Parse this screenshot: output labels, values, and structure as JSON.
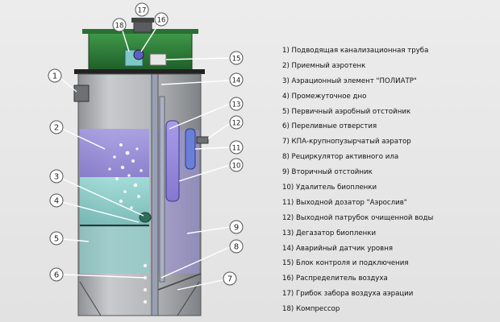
{
  "legend": [
    "1) Подводящая канализационная труба",
    "2) Приемный аэротенк",
    "3) Аэрационный элемент \"ПОЛИАТР\"",
    "4) Промежуточное дно",
    "5) Первичный аэробный отстойник",
    "6) Переливные отверстия",
    "7) КПА-крупнопузырчатый аэратор",
    "8) Рециркулятор активного ила",
    "9) Вторичный отстойник",
    "10) Удалитель биопленки",
    "11) Выходной дозатор  \"Аэрослив\"",
    "12) Выходной патрубок очищенной воды",
    "13) Дегазатор биопленки",
    "14) Аварийный датчик уровня",
    "15) Блок контроля и подключения",
    "16) Распределитель воздуха",
    "17) Грибок забора воздуха аэрации",
    "18) Компрессор"
  ],
  "callouts": {
    "c1": "1",
    "c2": "2",
    "c3": "3",
    "c4": "4",
    "c5": "5",
    "c6": "6",
    "c7": "7",
    "c8": "8",
    "c9": "9",
    "c10": "10",
    "c11": "11",
    "c12": "12",
    "c13": "13",
    "c14": "14",
    "c15": "15",
    "c16": "16",
    "c17": "17",
    "c18": "18"
  },
  "colors": {
    "lid_green": "#2f7d3a",
    "tank_gray": "#b9bcc0",
    "water_purple": "#9a8fe0",
    "water_teal": "#8fd3cf",
    "pipe_blue": "#6a7fd6"
  }
}
